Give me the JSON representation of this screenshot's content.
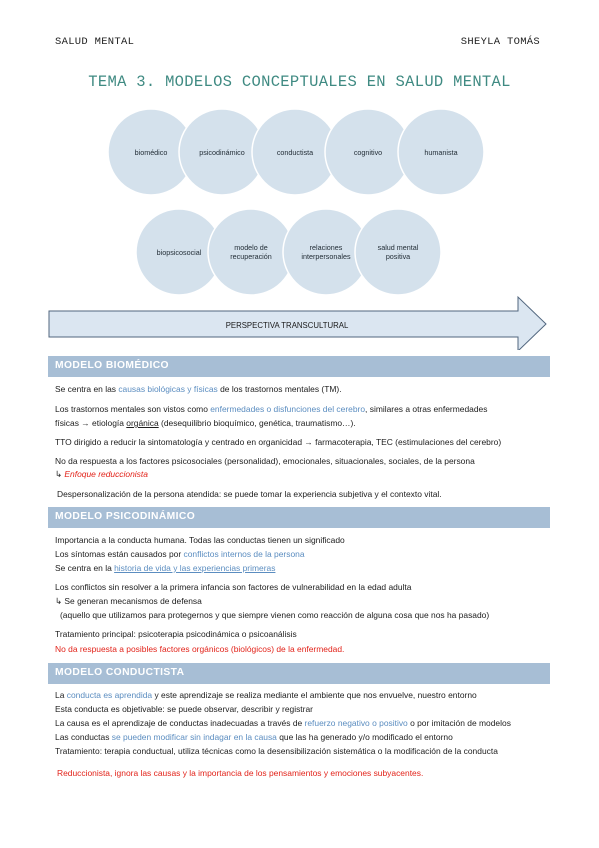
{
  "header": {
    "left": "SALUD MENTAL",
    "right": "SHEYLA TOMÁS"
  },
  "title": "TEMA 3. MODELOS CONCEPTUALES EN SALUD MENTAL",
  "diagram": {
    "row1": [
      "biomédico",
      "psicodinámico",
      "conductista",
      "cognitivo",
      "humanista"
    ],
    "row2": [
      [
        "biopsicosocial"
      ],
      [
        "modelo de",
        "recuperación"
      ],
      [
        "relaciones",
        "interpersonales"
      ],
      [
        "salud mental",
        "positiva"
      ]
    ],
    "arrow_label": "PERSPECTIVA TRANSCULTURAL",
    "colors": {
      "circle_fill": "#d2e0ec",
      "circle_stroke": "#ffffff",
      "arrow_fill": "#dbe6f1",
      "arrow_stroke": "#51667e"
    }
  },
  "sections": {
    "biomedico": {
      "heading": "MODELO BIOMÉDICO",
      "l1": {
        "a": "Se centra en las ",
        "b": "causas biológicas y físicas",
        "c": " de los trastornos mentales (TM)."
      },
      "l2": {
        "a": "Los trastornos mentales son vistos como ",
        "b": "enfermedades o disfunciones del cerebro",
        "c": ", similares a otras enfermedades"
      },
      "l3": {
        "a": "físicas → etiología ",
        "b": "orgánica",
        "c": " (desequilibrio bioquímico, genética, traumatismo…)."
      },
      "l4": "TTO dirigido a reducir la sintomatología y centrado en organicidad → farmacoterapia, TEC (estimulaciones del cerebro)",
      "l5": "No da respuesta a los factores psicosociales (personalidad), emocionales, situacionales, sociales, de la persona",
      "l6": {
        "a": "↳ ",
        "b": "Enfoque reduccionista"
      },
      "l7": "Despersonalización de la persona atendida: se puede tomar la experiencia subjetiva y el contexto vital."
    },
    "psicodinamico": {
      "heading": "MODELO PSICODINÁMICO",
      "l1": "Importancia a la conducta humana. Todas las conductas tienen un significado",
      "l2": {
        "a": "Los síntomas están causados por ",
        "b": "conflictos internos de la persona"
      },
      "l3": {
        "a": "Se centra en la ",
        "b": "historia de vida y las experiencias primeras"
      },
      "l4": "Los conflictos sin resolver a la primera infancia son factores de vulnerabilidad en la edad adulta",
      "l5": "↳ Se generan mecanismos de defensa",
      "l6": "(aquello que utilizamos para protegernos y que siempre vienen como reacción de alguna cosa que nos ha pasado)",
      "l7": "Tratamiento principal: psicoterapia psicodinámica o psicoanálisis",
      "l8": "No da respuesta a posibles factores orgánicos (biológicos) de la enfermedad."
    },
    "conductista": {
      "heading": "MODELO CONDUCTISTA",
      "l1": {
        "a": "La ",
        "b": "conducta es aprendida",
        "c": " y este aprendizaje se realiza mediante el ambiente que nos envuelve, nuestro entorno"
      },
      "l2": "Esta conducta es objetivable: se puede observar, describir y registrar",
      "l3": {
        "a": "La causa es el aprendizaje de conductas inadecuadas a través de ",
        "b": "refuerzo negativo o positivo",
        "c": " o por imitación de modelos"
      },
      "l4": {
        "a": "Las conductas ",
        "b": "se pueden modificar sin indagar en la causa",
        "c": " que las ha generado y/o modificado el entorno"
      },
      "l5": "Tratamiento: terapia conductual, utiliza técnicas como la desensibilización sistemática o la modificación de la conducta",
      "l6": "Reduccionista, ignora las causas y la importancia de los pensamientos y emociones subyacentes."
    }
  }
}
